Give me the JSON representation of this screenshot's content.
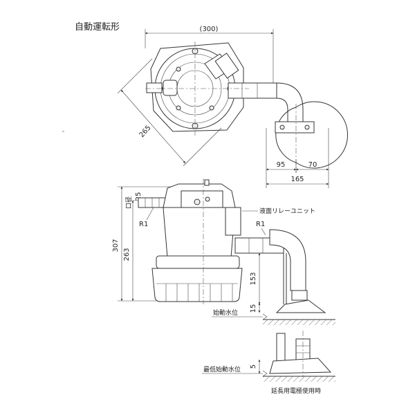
{
  "title": "自動運転形",
  "top_view": {
    "dim_width": "(300)",
    "dim_diag": "265",
    "dim_a": "95",
    "dim_b": "70",
    "dim_total": "165"
  },
  "side_view": {
    "bore_label": "口径",
    "bore_value": "25",
    "r1_left": "R1",
    "r1_right": "R1",
    "relay_unit": "液面リレーユニット",
    "dim_307": "307",
    "dim_263": "263",
    "dim_153": "153",
    "dim_15": "15",
    "start_level": "始動水位"
  },
  "detail_view": {
    "dim_5": "5",
    "min_start_level": "最低始動水位",
    "caption": "延長用電極使用時"
  }
}
